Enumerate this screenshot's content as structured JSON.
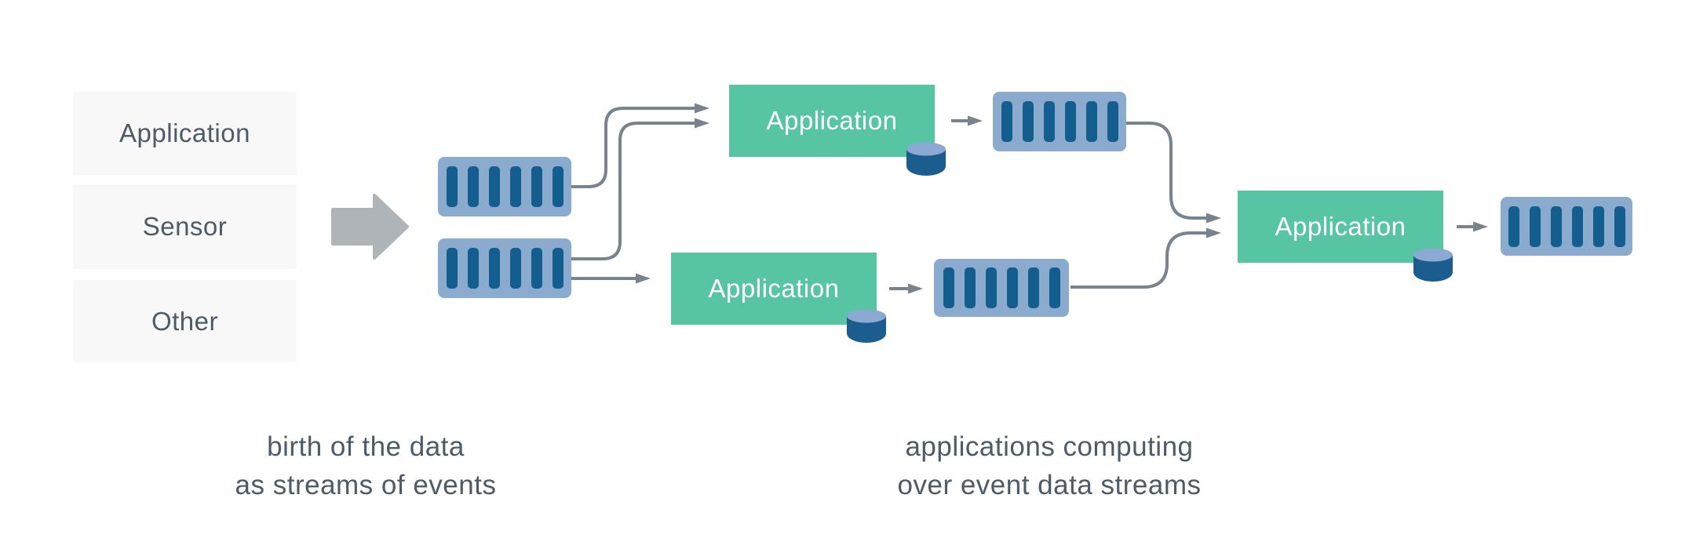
{
  "diagram": {
    "sources": [
      {
        "label": "Application"
      },
      {
        "label": "Sensor"
      },
      {
        "label": "Other"
      }
    ],
    "stream_segments": 6,
    "applications": [
      {
        "label": "Application"
      },
      {
        "label": "Application"
      },
      {
        "label": "Application"
      }
    ],
    "captions": [
      {
        "line1": "birth of the data",
        "line2": "as streams of events"
      },
      {
        "line1": "applications computing",
        "line2": "over event data streams"
      }
    ],
    "colors": {
      "green": "#57c4a3",
      "stream_bg": "#8aabce",
      "stream_bar": "#135e8f",
      "cylinder_body": "#1b5d8f",
      "cylinder_top": "#8ba9d2",
      "connector": "#78838d",
      "block_arrow": "#aeb4b7",
      "source_bg": "#f8f8f8",
      "text_dark": "#4d5b69",
      "canvas_bg": "#ffffff"
    }
  }
}
